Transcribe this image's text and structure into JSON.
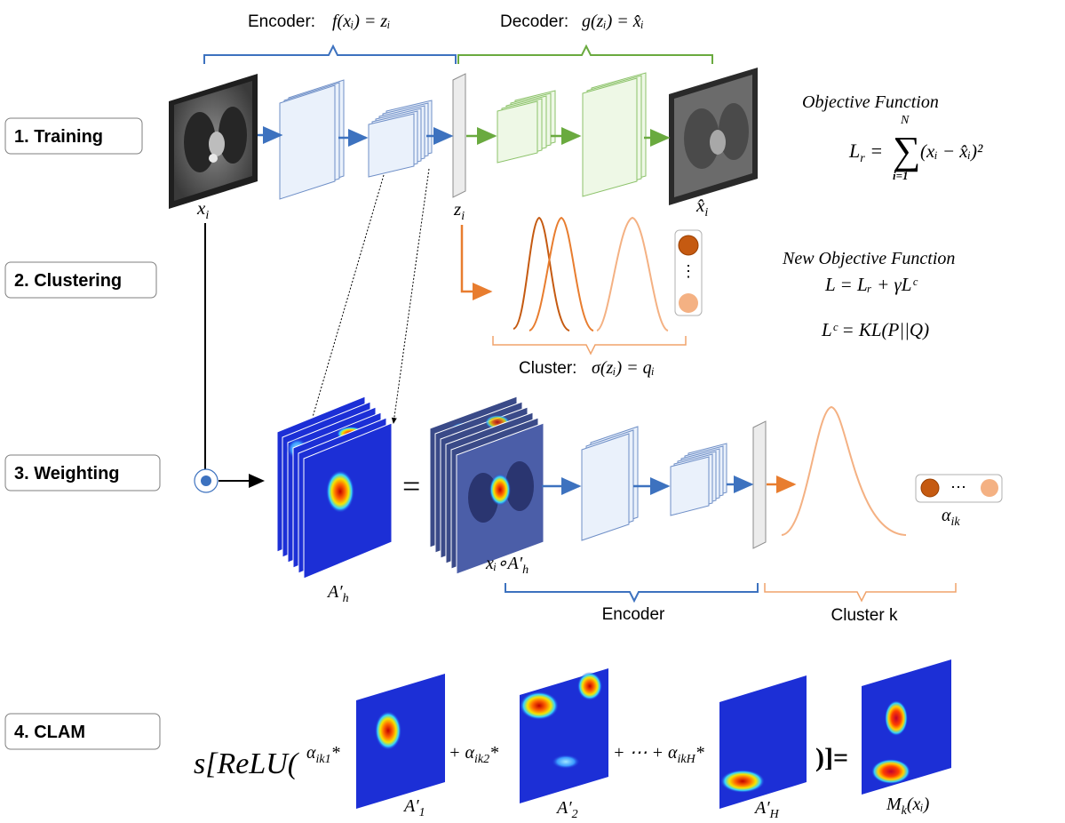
{
  "stages": [
    {
      "label": "1. Training"
    },
    {
      "label": "2. Clustering"
    },
    {
      "label": "3. Weighting"
    },
    {
      "label": "4. CLAM"
    }
  ],
  "training": {
    "encoder_word": "Encoder: ",
    "encoder_math": "f(xᵢ) = zᵢ",
    "decoder_word": "Decoder: ",
    "decoder_math": "g(zᵢ) = x̂ᵢ",
    "input_label": "x",
    "input_sub": "i",
    "latent_label": "z",
    "latent_sub": "i",
    "output_label": "x̂",
    "output_sub": "i"
  },
  "objective": {
    "title": "Objective Function",
    "lhs": "L",
    "lhs_sub": "r",
    "sum_upper": "N",
    "sum_lower": "i=1",
    "summand": "(xᵢ − x̂ᵢ)²"
  },
  "new_objective": {
    "title": "New Objective Function",
    "line1": "L = Lᵣ + γLᶜ",
    "line2": "Lᶜ = KL(P||Q)"
  },
  "clustering": {
    "label_word": "Cluster: ",
    "label_math": "σ(zᵢ) = qᵢ",
    "ellipsis": "⋮"
  },
  "weighting": {
    "map_label": "A′",
    "map_sub": "h",
    "equals": "=",
    "product_label": "xᵢ∘A′",
    "product_sub": "h",
    "encoder_label": "Encoder",
    "cluster_label": "Cluster k",
    "alpha_label": "α",
    "alpha_sub": "ik",
    "ellipsis": "⋯"
  },
  "clam": {
    "prefix": "s[ReLU(",
    "a1": "α",
    "a1_sub": "ik1",
    "plus_a2": "+ α",
    "a2_sub": "ik2",
    "plus_dots": "+ ⋯ + α",
    "aH_sub": "ikH",
    "star": "*",
    "suffix": ")]=",
    "m1": "A′",
    "m1_sub": "1",
    "m2": "A′",
    "m2_sub": "2",
    "mH": "A′",
    "mH_sub": "H",
    "result": "M",
    "result_sub": "k",
    "result_arg": "(xᵢ)"
  },
  "colors": {
    "encoder_blue": "#3d72bf",
    "decoder_green": "#6aaa3f",
    "cluster_orange": "#e87d2f",
    "cluster_dark": "#c55a11",
    "cluster_light": "#f4b183",
    "blue_map_bg": "#1c2fd6"
  }
}
